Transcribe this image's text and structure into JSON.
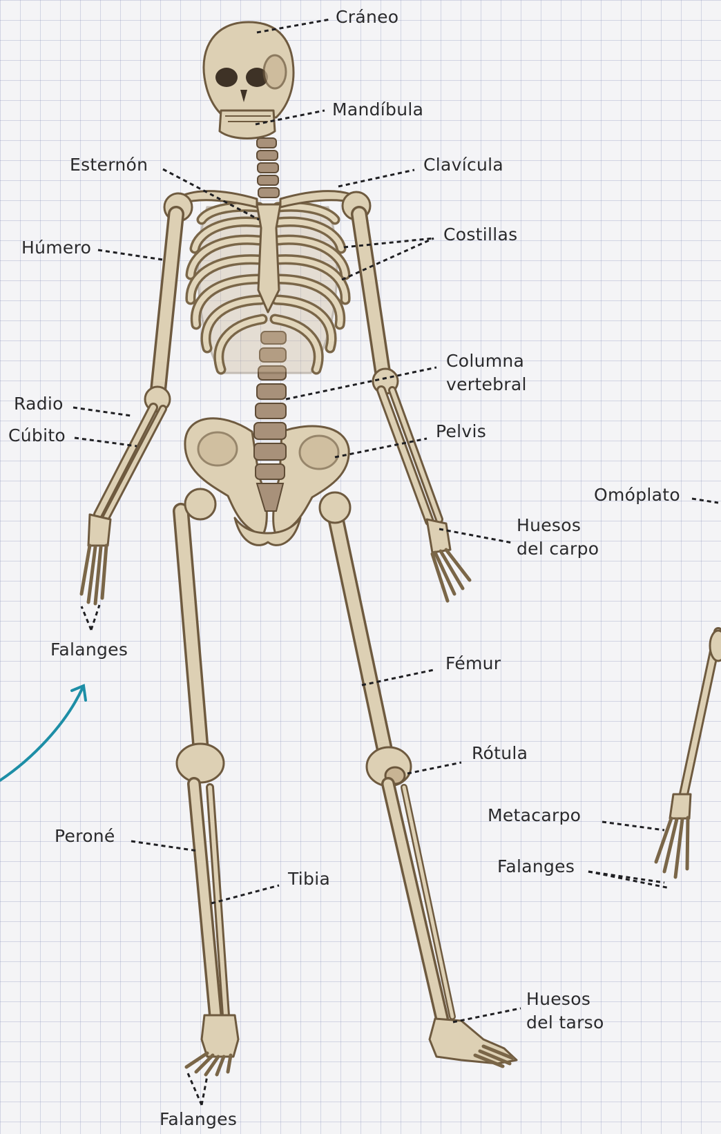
{
  "labels": {
    "craneo": "Cráneo",
    "mandibula": "Mandíbula",
    "esternon": "Esternón",
    "clavicula": "Clavícula",
    "humero": "Húmero",
    "costillas": "Costillas",
    "columna": "Columna\nvertebral",
    "radio": "Radio",
    "cubito": "Cúbito",
    "pelvis": "Pelvis",
    "omoplato": "Omóplato",
    "huesos_carpo": "Huesos\ndel carpo",
    "falanges_mano": "Falanges",
    "femur": "Fémur",
    "rotula": "Rótula",
    "metacarpo": "Metacarpo",
    "falanges_lateral": "Falanges",
    "perone": "Peroné",
    "tibia": "Tibia",
    "huesos_tarso": "Huesos\ndel tarso",
    "falanges_pie": "Falanges"
  },
  "colors": {
    "ink": "#2a2a2c",
    "bone": "#ddd0b4",
    "bone_outline": "#6e5a3f",
    "grid": "#8a92c0",
    "arrow": "#1d8ea6"
  }
}
